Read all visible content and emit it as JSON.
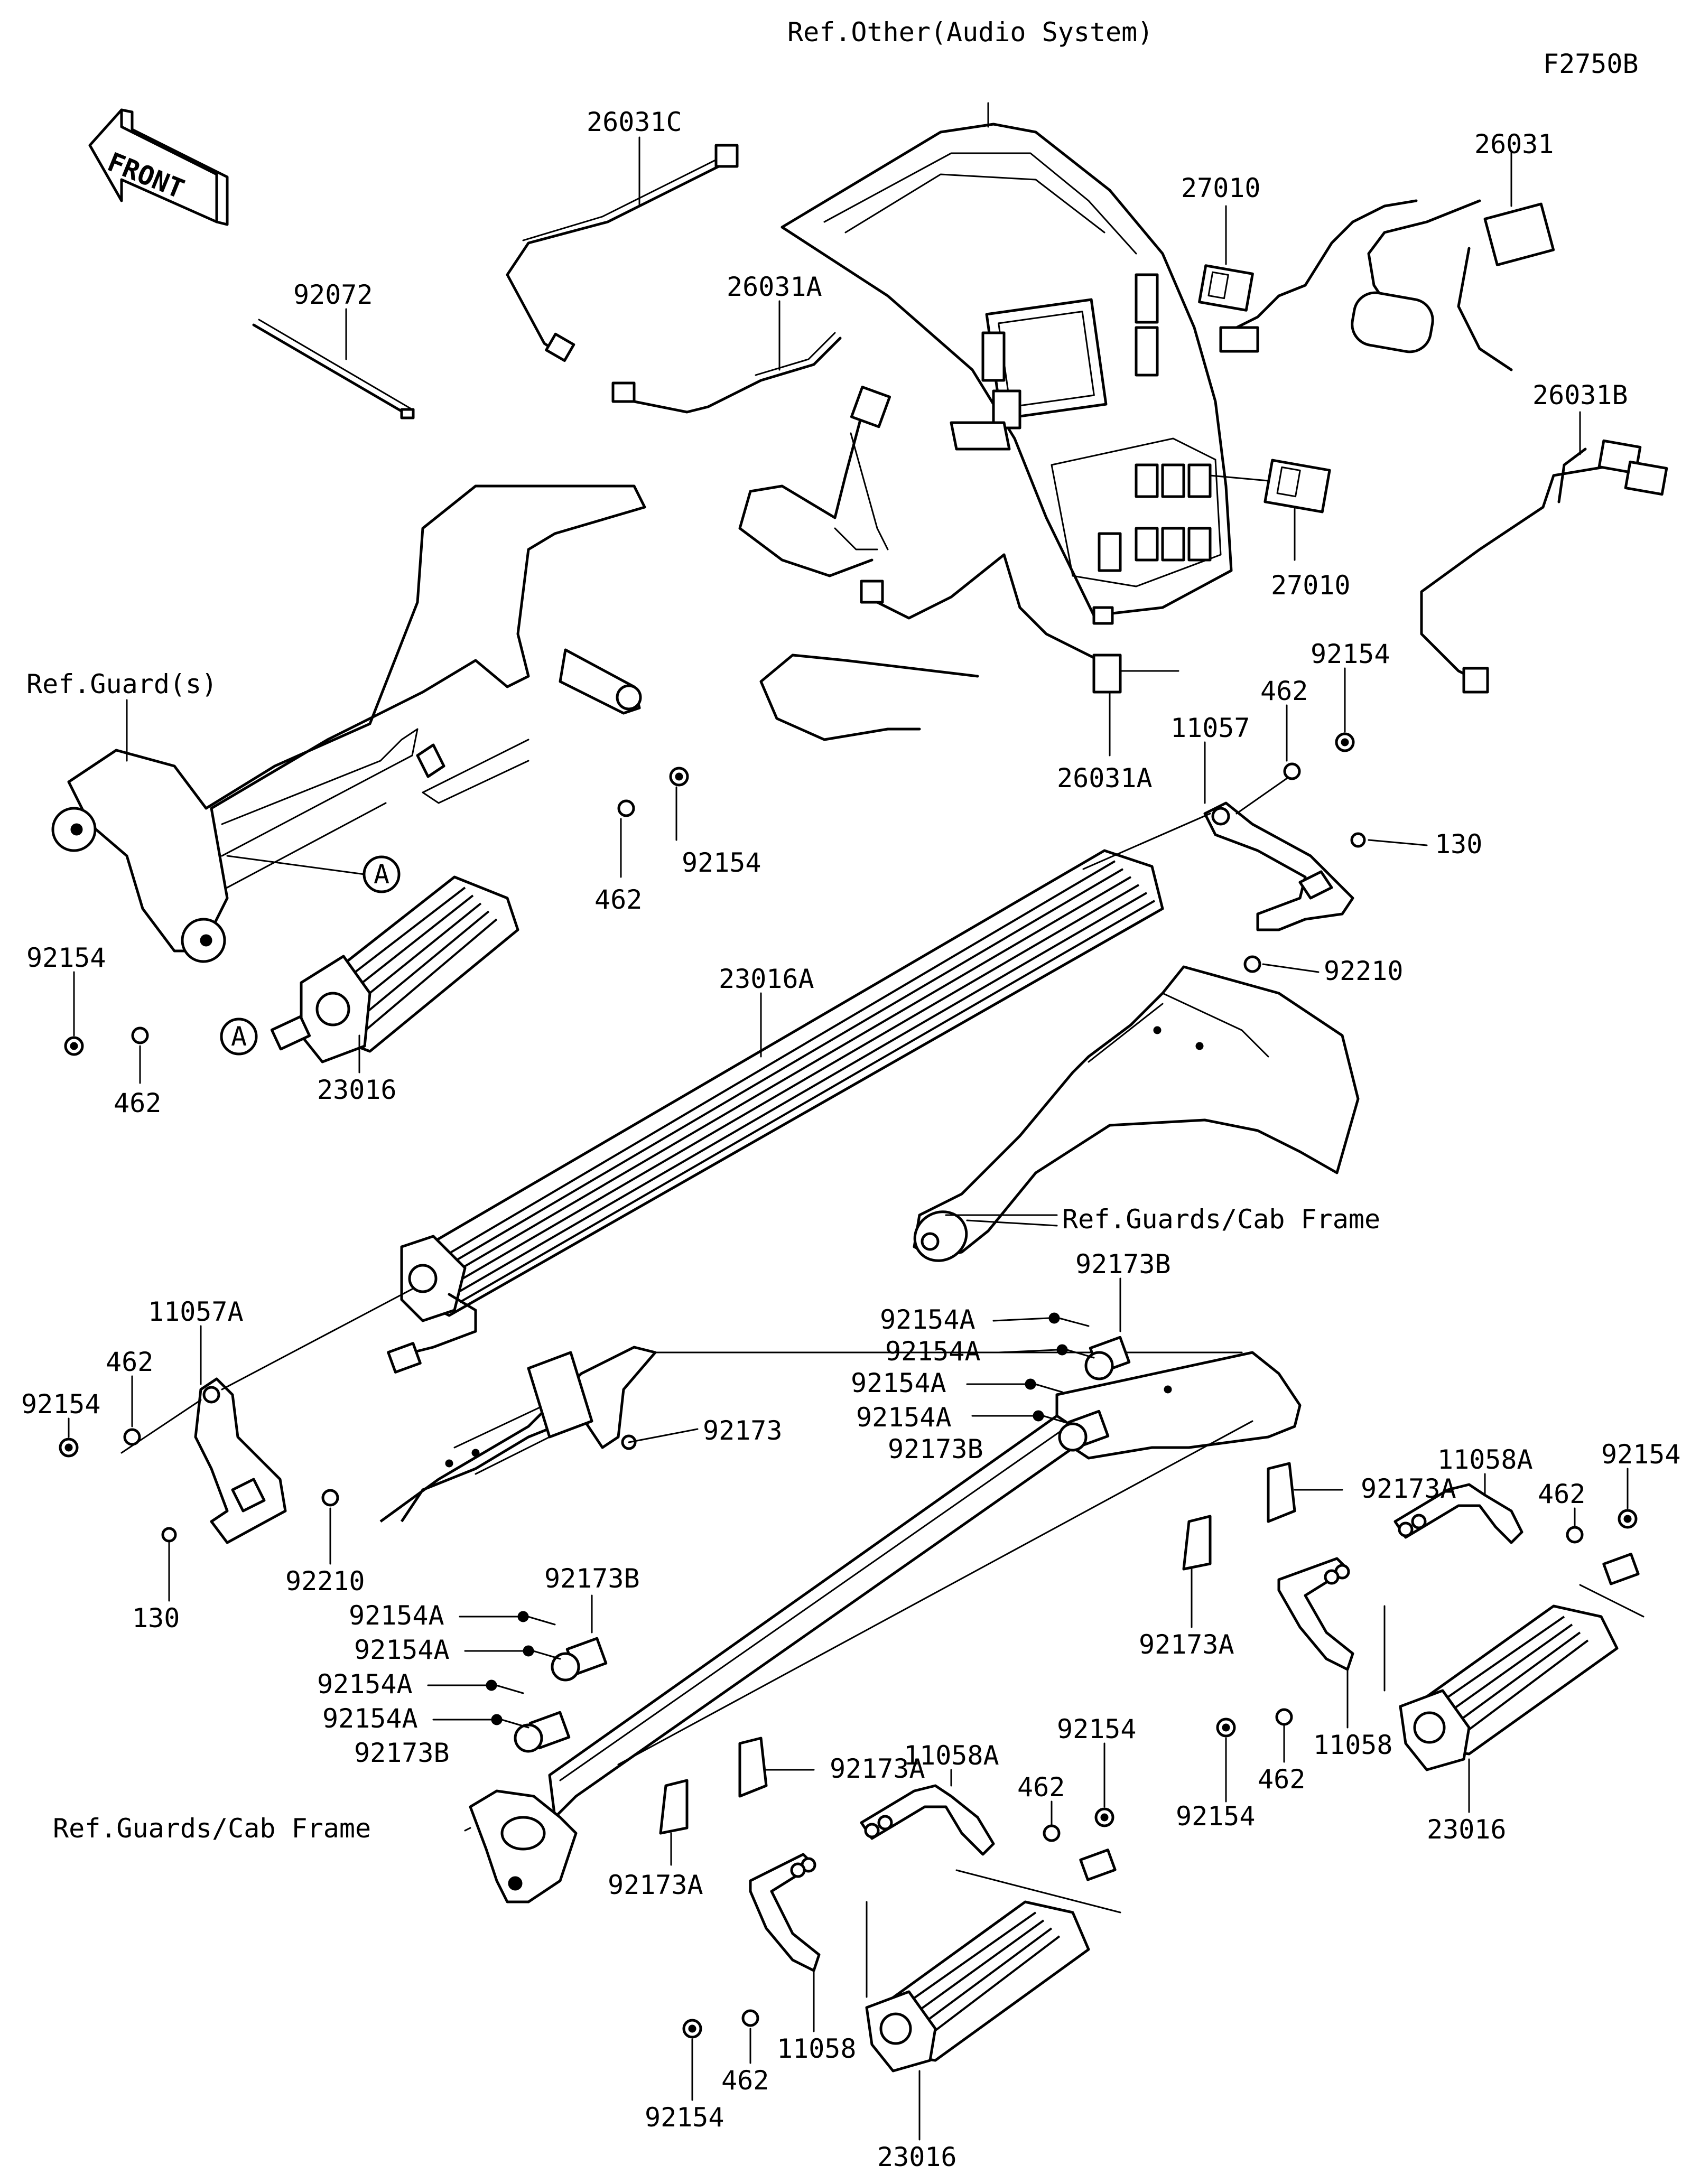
{
  "diagram_id": "F2750B",
  "orientation_label": "FRONT",
  "reference_labels": {
    "audio": "Ref.Other(Audio System)",
    "guards": "Ref.Guard(s)",
    "cab_frame_upper": "Ref.Guards/Cab Frame",
    "cab_frame_lower": "Ref.Guards/Cab Frame"
  },
  "callout_marker": "A",
  "part_labels": {
    "p26031C": "26031C",
    "p92072": "92072",
    "p26031A_top": "26031A",
    "p27010_top": "27010",
    "p26031": "26031",
    "p26031B": "26031B",
    "p27010_bottom": "27010",
    "p26031A_mid": "26031A",
    "p92154_r1": "92154",
    "p462_r1": "462",
    "p11057": "11057",
    "p130_r": "130",
    "p92210_r": "92210",
    "p92154_ml": "92154",
    "p462_ml": "462",
    "p92154_l": "92154",
    "p462_l": "462",
    "p23016_l": "23016",
    "p23016A": "23016A",
    "p11057A": "11057A",
    "p462_lm": "462",
    "p92154_lm": "92154",
    "p130_l": "130",
    "p92210_l": "92210",
    "p92173": "92173",
    "p92173B_1": "92173B",
    "p92154A_1": "92154A",
    "p92154A_2": "92154A",
    "p92154A_3": "92154A",
    "p92154A_4": "92154A",
    "p92173B_2": "92173B",
    "p92173A_1": "92173A",
    "p92173A_2": "92173A",
    "p11058A_r": "11058A",
    "p462_r2": "462",
    "p92154_r2": "92154",
    "p11058_r": "11058",
    "p92154_r3": "92154",
    "p462_r3": "462",
    "p23016_r": "23016",
    "p92173B_3": "92173B",
    "p92154A_5": "92154A",
    "p92154A_6": "92154A",
    "p92154A_7": "92154A",
    "p92154A_8": "92154A",
    "p92173B_4": "92173B",
    "p92173A_3": "92173A",
    "p92173A_4": "92173A",
    "p11058A_b": "11058A",
    "p462_b1": "462",
    "p92154_b1": "92154",
    "p11058_b": "11058",
    "p462_b2": "462",
    "p92154_b2": "92154",
    "p23016_b": "23016"
  }
}
